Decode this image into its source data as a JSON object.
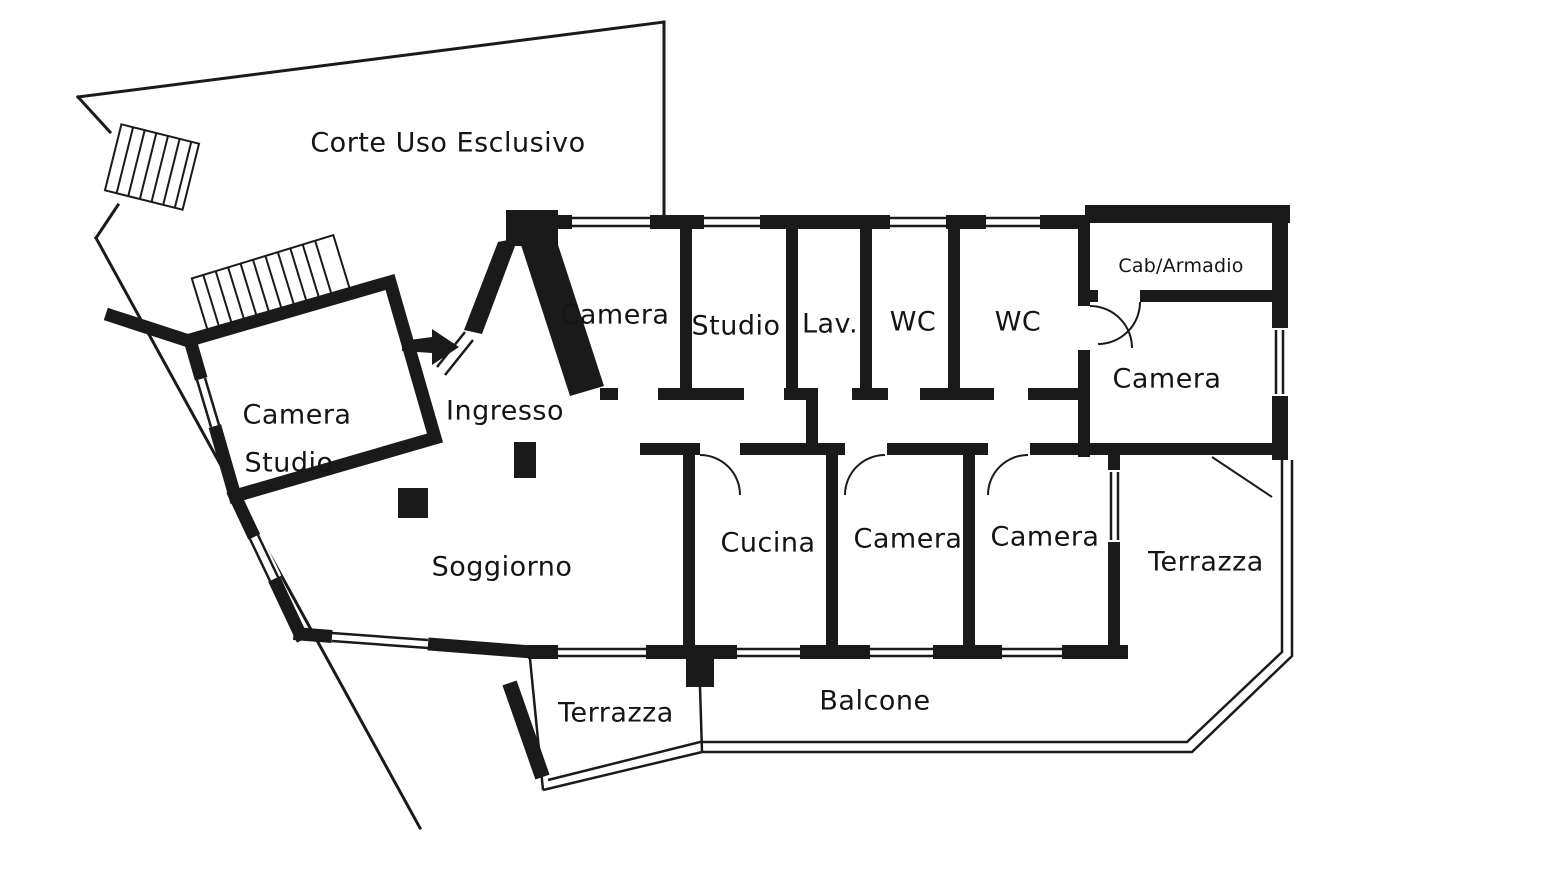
{
  "colors": {
    "wall": "#1a1a1a",
    "line": "#1a1a1a",
    "background": "#ffffff"
  },
  "rooms": {
    "courtyard": "Corte Uso Esclusivo",
    "camera_top": "Camera",
    "studio_top": "Studio",
    "laundry": "Lav.",
    "wc_1": "WC",
    "wc_2": "WC",
    "cab_armadio": "Cab/Armadio",
    "camera_right": "Camera",
    "camera_studio_line_1": "Camera",
    "camera_studio_line_2": "Studio",
    "ingresso": "Ingresso",
    "soggiorno": "Soggiorno",
    "cucina": "Cucina",
    "camera_bottom_1": "Camera",
    "camera_bottom_2": "Camera",
    "terrazza_right": "Terrazza",
    "terrazza_bottom": "Terrazza",
    "balcone": "Balcone"
  }
}
